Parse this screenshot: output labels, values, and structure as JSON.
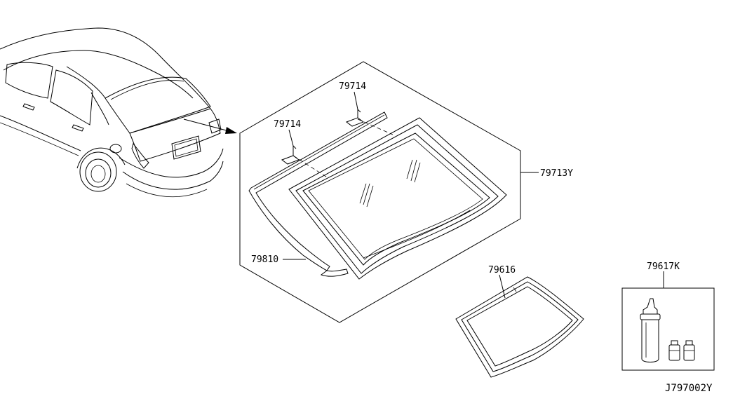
{
  "diagram_code": "J797002Y",
  "parts": {
    "assembly": "79713Y",
    "clip_upper": "79714",
    "clip_lower": "79714",
    "glass": "79810",
    "moulding": "79616",
    "kit": "79617K"
  }
}
